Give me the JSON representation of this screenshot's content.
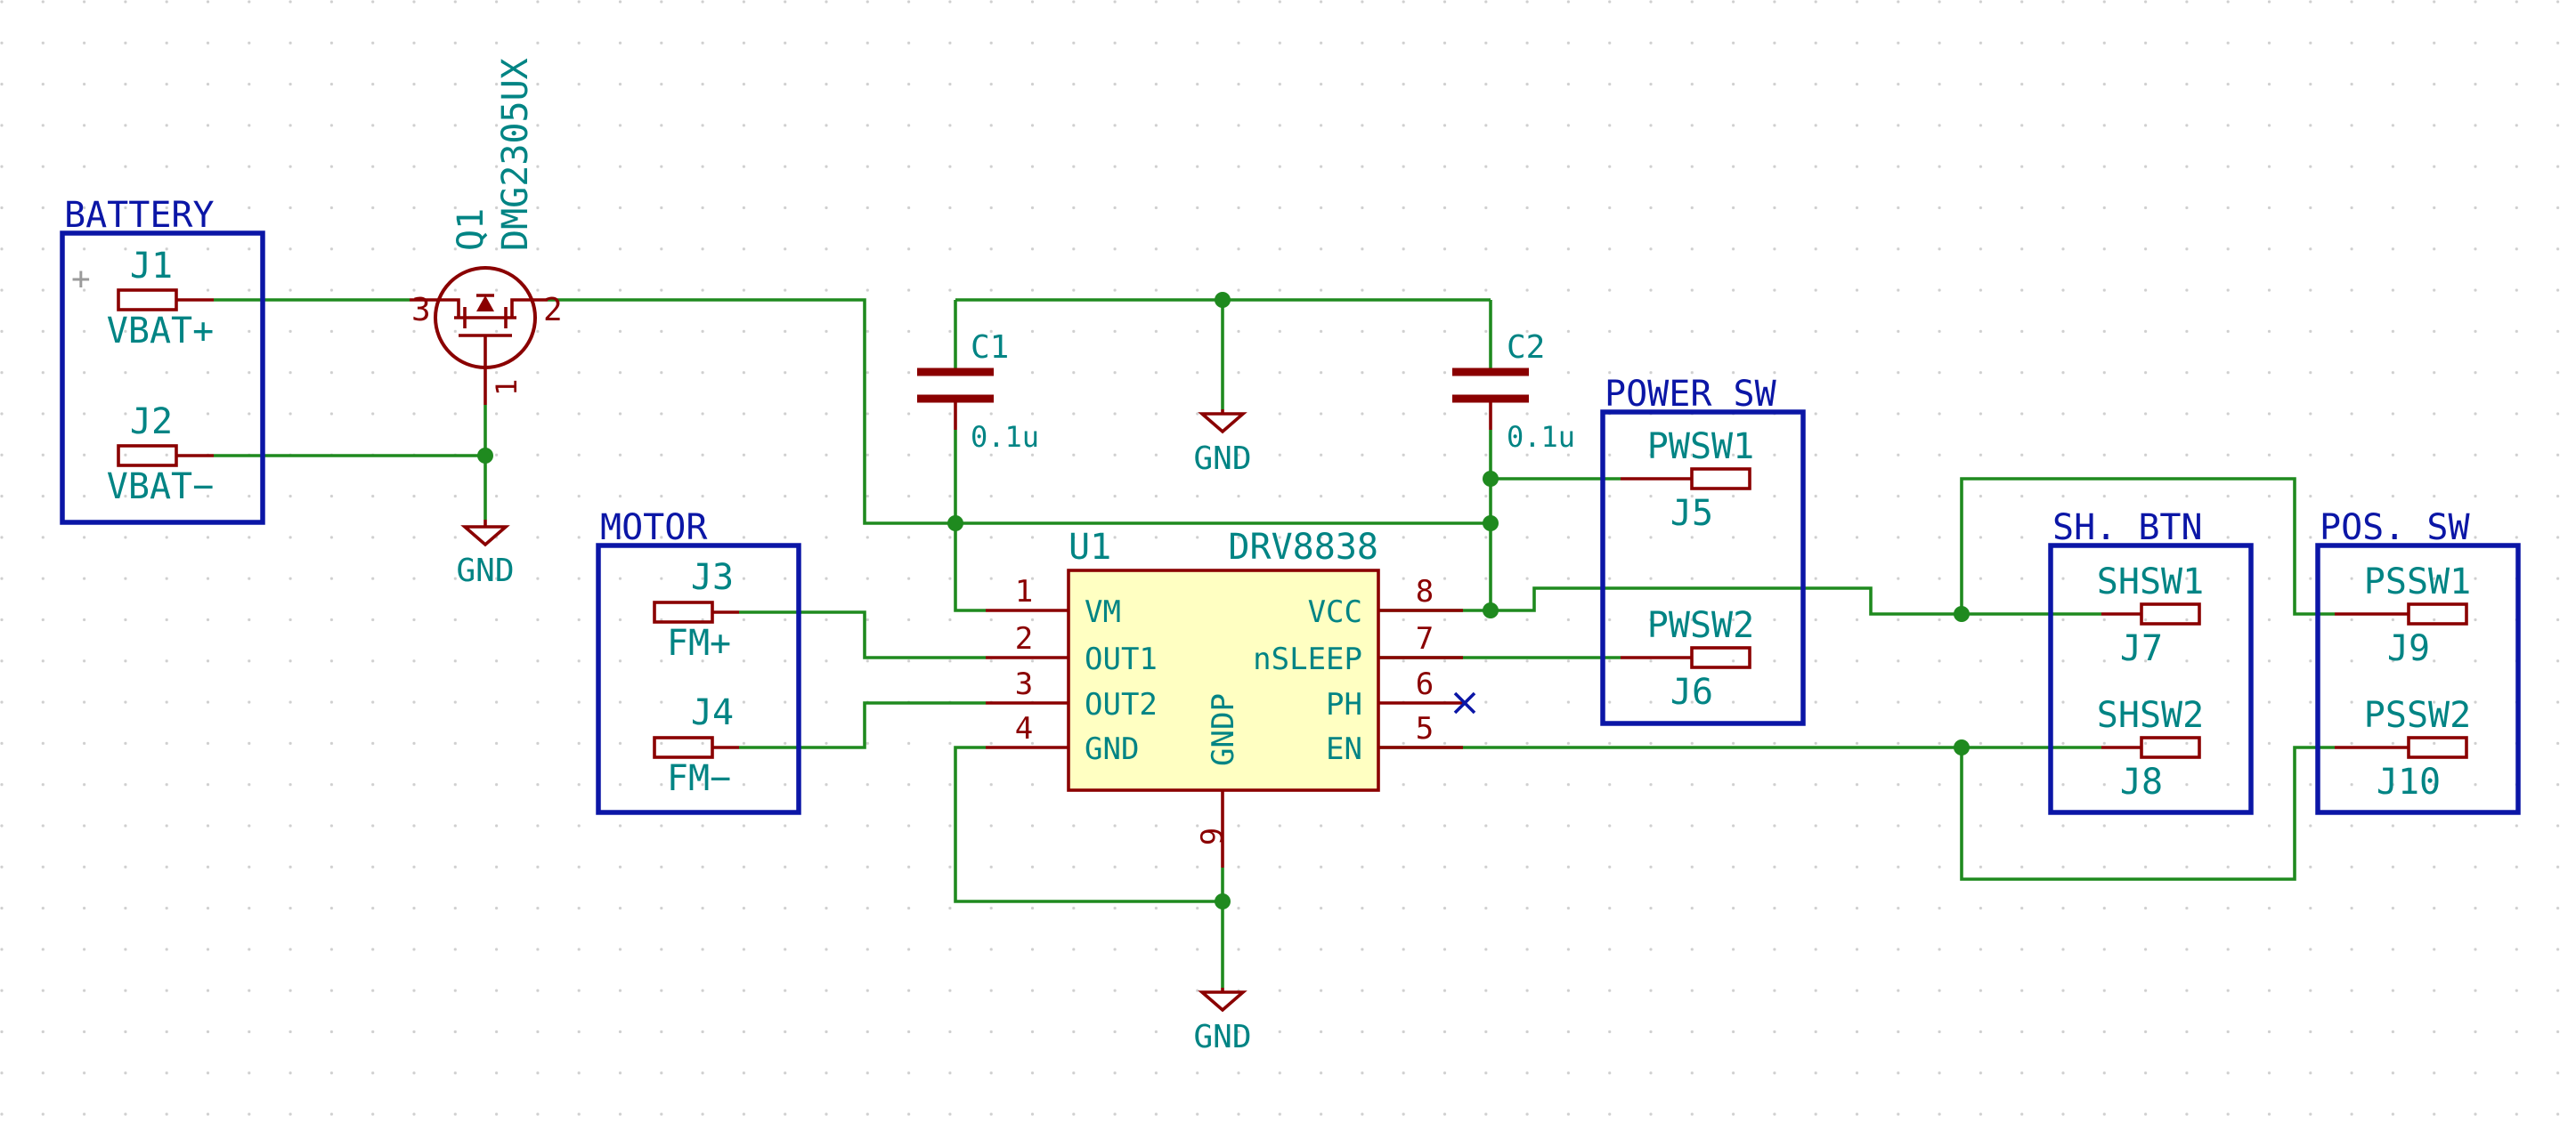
{
  "colors": {
    "wire": "#1f8a1f",
    "symbol": "#8a0000",
    "label_text": "#008484",
    "frame": "#0b16a6",
    "ic_body": "#ffffc2",
    "background": "#ffffff"
  },
  "groups": {
    "battery": "BATTERY",
    "motor": "MOTOR",
    "power_sw": "POWER SW",
    "sh_btn": "SH. BTN",
    "pos_sw": "POS. SW"
  },
  "battery": {
    "plus_mark": "+",
    "j1_ref": "J1",
    "j1_value": "VBAT+",
    "j2_ref": "J2",
    "j2_value": "VBAT−"
  },
  "q1": {
    "ref": "Q1",
    "value": "DMG2305UX",
    "pin_gate": "1",
    "pin_source": "3",
    "pin_drain": "2"
  },
  "c1": {
    "ref": "C1",
    "value": "0.1u"
  },
  "c2": {
    "ref": "C2",
    "value": "0.1u"
  },
  "gnd_label": "GND",
  "motor": {
    "j3_ref": "J3",
    "j3_value": "FM+",
    "j4_ref": "J4",
    "j4_value": "FM−"
  },
  "u1": {
    "ref": "U1",
    "value": "DRV8838",
    "center_label": "GNDP",
    "pin9": "9",
    "left_pins": [
      {
        "num": "1",
        "name": "VM"
      },
      {
        "num": "2",
        "name": "OUT1"
      },
      {
        "num": "3",
        "name": "OUT2"
      },
      {
        "num": "4",
        "name": "GND"
      }
    ],
    "right_pins": [
      {
        "num": "8",
        "name": "VCC"
      },
      {
        "num": "7",
        "name": "nSLEEP"
      },
      {
        "num": "6",
        "name": "PH"
      },
      {
        "num": "5",
        "name": "EN"
      }
    ]
  },
  "power_sw": {
    "j5_value": "PWSW1",
    "j5_ref": "J5",
    "j6_value": "PWSW2",
    "j6_ref": "J6"
  },
  "sh_btn": {
    "j7_value": "SHSW1",
    "j7_ref": "J7",
    "j8_value": "SHSW2",
    "j8_ref": "J8"
  },
  "pos_sw": {
    "j9_value": "PSSW1",
    "j9_ref": "J9",
    "j10_value": "PSSW2",
    "j10_ref": "J10"
  }
}
